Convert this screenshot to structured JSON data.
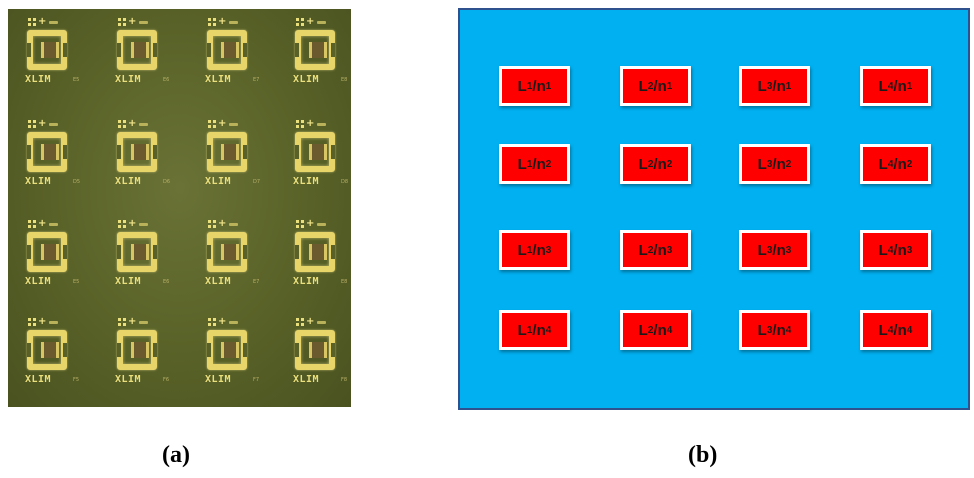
{
  "panel_a": {
    "label": "(a)",
    "cells": [
      {
        "text": "XLIM",
        "code": "E5"
      },
      {
        "text": "XLIM",
        "code": "E6"
      },
      {
        "text": "XLIM",
        "code": "E7"
      },
      {
        "text": "XLIM",
        "code": "E8"
      },
      {
        "text": "XLIM",
        "code": "D5"
      },
      {
        "text": "XLIM",
        "code": "D6"
      },
      {
        "text": "XLIM",
        "code": "D7"
      },
      {
        "text": "XLIM",
        "code": "D8"
      },
      {
        "text": "XLIM",
        "code": "E5"
      },
      {
        "text": "XLIM",
        "code": "E6"
      },
      {
        "text": "XLIM",
        "code": "E7"
      },
      {
        "text": "XLIM",
        "code": "E8"
      },
      {
        "text": "XLIM",
        "code": "F5"
      },
      {
        "text": "XLIM",
        "code": "F6"
      },
      {
        "text": "XLIM",
        "code": "F7"
      },
      {
        "text": "XLIM",
        "code": "F8"
      }
    ]
  },
  "panel_b": {
    "label": "(b)",
    "rows": [
      [
        {
          "L": "L",
          "Li": "1",
          "n": "n",
          "ni": "1"
        },
        {
          "L": "L",
          "Li": "2",
          "n": "n",
          "ni": "1"
        },
        {
          "L": "L",
          "Li": "3",
          "n": "n",
          "ni": "1"
        },
        {
          "L": "L",
          "Li": "4",
          "n": "n",
          "ni": "1"
        }
      ],
      [
        {
          "L": "L",
          "Li": "1",
          "n": "n",
          "ni": "2"
        },
        {
          "L": "L",
          "Li": "2",
          "n": "n",
          "ni": "2"
        },
        {
          "L": "L",
          "Li": "3",
          "n": "n",
          "ni": "2"
        },
        {
          "L": "L",
          "Li": "4",
          "n": "n",
          "ni": "2"
        }
      ],
      [
        {
          "L": "L",
          "Li": "1",
          "n": "n",
          "ni": "3"
        },
        {
          "L": "L",
          "Li": "2",
          "n": "n",
          "ni": "3"
        },
        {
          "L": "L",
          "Li": "3",
          "n": "n",
          "ni": "3"
        },
        {
          "L": "L",
          "Li": "4",
          "n": "n",
          "ni": "3"
        }
      ],
      [
        {
          "L": "L",
          "Li": "1",
          "n": "n",
          "ni": "4"
        },
        {
          "L": "L",
          "Li": "2",
          "n": "n",
          "ni": "4"
        },
        {
          "L": "L",
          "Li": "3",
          "n": "n",
          "ni": "4"
        },
        {
          "L": "L",
          "Li": "4",
          "n": "n",
          "ni": "4"
        }
      ]
    ],
    "colors": {
      "background": "#00b0f0",
      "cell_fill": "#ff0000",
      "cell_border": "#ffffff",
      "frame": "#2f528f"
    }
  }
}
